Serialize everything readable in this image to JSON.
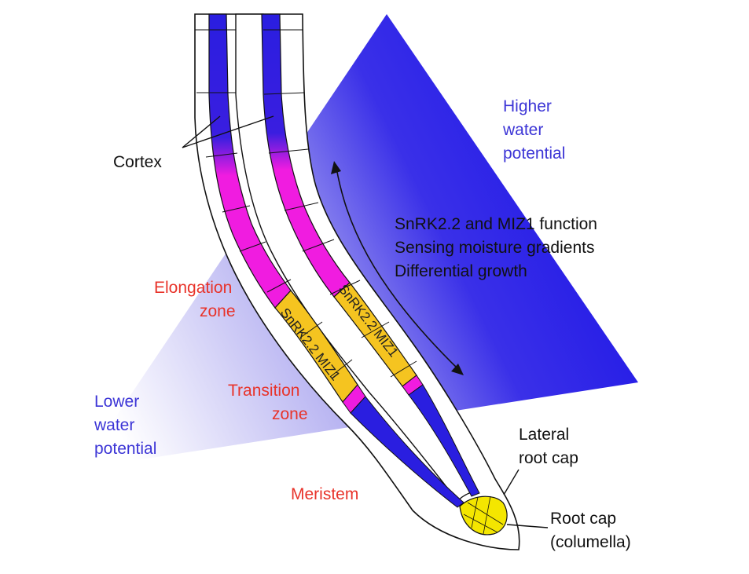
{
  "labels": {
    "cortex": "Cortex",
    "higher_water": [
      "Higher",
      "water",
      "potential"
    ],
    "lower_water": [
      "Lower",
      "water",
      "potential"
    ],
    "function_lines": [
      "SnRK2.2 and MIZ1 function",
      "Sensing moisture gradients",
      "Differential growth"
    ],
    "elongation": [
      "Elongation",
      "zone"
    ],
    "transition": [
      "Transition",
      "zone"
    ],
    "meristem": "Meristem",
    "lateral_root_cap": [
      "Lateral",
      "root cap"
    ],
    "root_cap": [
      "Root cap",
      "(columella)"
    ],
    "gene_label_left": "SnRK2.2  MIZ1",
    "gene_label_right": "SnRK2.2  MIZ1"
  },
  "colors": {
    "gradient_high": "#1a12e6",
    "gradient_low": "#ffffff",
    "cortex_blue": "#2a1ee0",
    "cortex_magenta": "#f01ce0",
    "gene_yellow": "#f5c420",
    "columella_yellow": "#f4e600",
    "zone_red": "#e8332a",
    "potential_blue": "#3c35d6"
  }
}
